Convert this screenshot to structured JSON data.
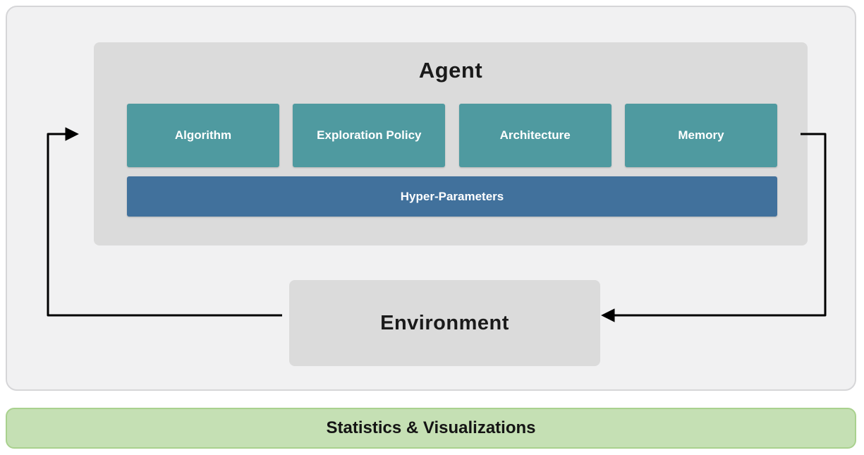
{
  "diagram": {
    "agent": {
      "title": "Agent",
      "components": [
        {
          "label": "Algorithm"
        },
        {
          "label": "Exploration Policy"
        },
        {
          "label": "Architecture"
        },
        {
          "label": "Memory"
        }
      ],
      "hyper_parameters_label": "Hyper-Parameters"
    },
    "environment_label": "Environment",
    "footer_label": "Statistics & Visualizations",
    "colors": {
      "outer_panel_bg": "#f1f1f2",
      "outer_panel_border": "#d6d6d8",
      "agent_panel_bg": "#dbdbdb",
      "component_box_bg": "#4f9aa0",
      "hyper_bar_bg": "#41719c",
      "environment_bg": "#dbdbdb",
      "footer_bg": "#c5e0b4",
      "footer_border": "#a9d18e",
      "arrow": "#000000",
      "box_text": "#ffffff",
      "title_text": "#1a1a1a"
    }
  }
}
